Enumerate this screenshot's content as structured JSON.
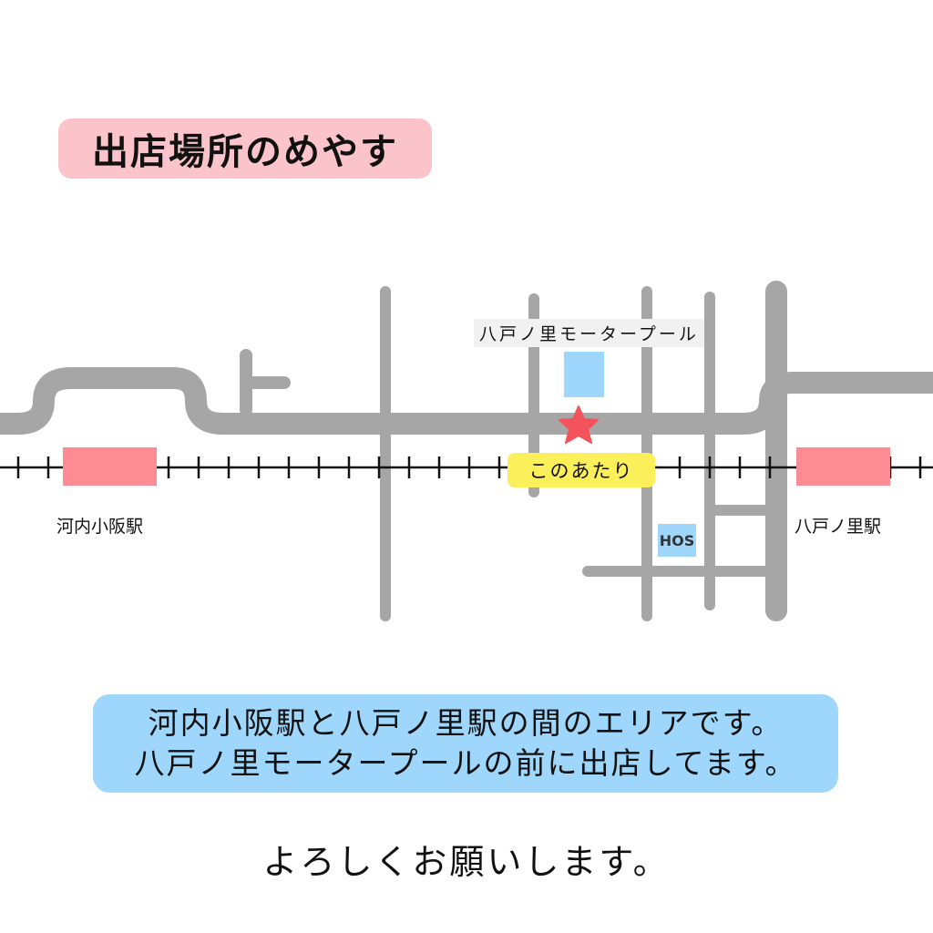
{
  "title": "出店場所のめやす",
  "map": {
    "venue_label": "八戸ノ里モータープール",
    "marker_label": "このあたり",
    "hos_label": "HOS",
    "station_left": "河内小阪駅",
    "station_right": "八戸ノ里駅",
    "colors": {
      "road": "#a6a6a6",
      "station": "#fc8b93",
      "venue": "#9fd6fb",
      "marker": "#f4535b",
      "highlight": "#fbf05a"
    }
  },
  "info": {
    "line1": "河内小阪駅と八戸ノ里駅の間のエリアです。",
    "line2": "八戸ノ里モータープールの前に出店してます。"
  },
  "closing": "よろしくお願いします。"
}
